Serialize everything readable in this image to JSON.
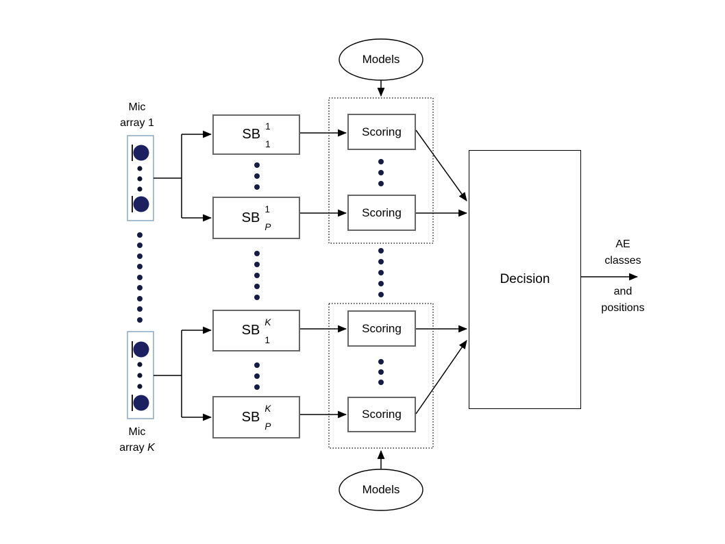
{
  "nodes": {
    "mic_array_1": {
      "line1": "Mic",
      "line2_prefix": "array ",
      "line2_var": "1"
    },
    "mic_array_k": {
      "line1": "Mic",
      "line2_prefix": "array ",
      "line2_var": "K"
    },
    "sb_boxes": [
      {
        "base": "SB",
        "sup": "1",
        "sub": "1"
      },
      {
        "base": "SB",
        "sup": "1",
        "sub": "P"
      },
      {
        "base": "SB",
        "sup": "K",
        "sub": "1"
      },
      {
        "base": "SB",
        "sup": "K",
        "sub": "P"
      }
    ],
    "scoring": [
      "Scoring",
      "Scoring",
      "Scoring",
      "Scoring"
    ],
    "models": [
      "Models",
      "Models"
    ],
    "decision": "Decision"
  },
  "output": {
    "line1": "AE",
    "line2": "classes",
    "line3": "and",
    "line4": "positions"
  },
  "colors": {
    "mic_fill": "#1a2060",
    "mic_box_border": "#8ba6c4",
    "dot": "#161d45",
    "box_border": "#666666",
    "line": "#000000"
  }
}
